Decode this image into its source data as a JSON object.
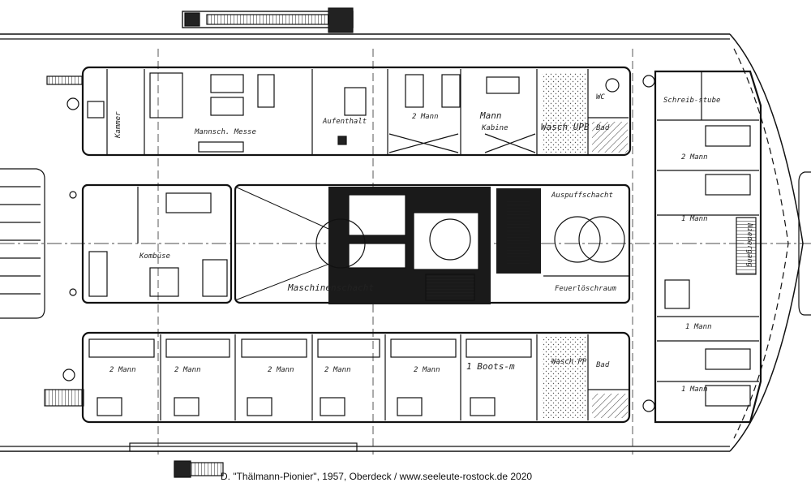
{
  "caption": "D. \"Thälmann-Pionier\", 1957, Oberdeck / www.seeleute-rostock.de 2020",
  "rooms": {
    "top_left_vertical": "Kammer",
    "mannschaft_messe": "Mannsch. Messe",
    "room_small_top": "Aufenthalt",
    "two_man_top": "2 Mann",
    "mann_top": "Mann",
    "kabine_top": "Kabine",
    "wash_upb": "Wasch UPB",
    "wc_top": "WC",
    "bad_top": "Bad",
    "kombuese": "Kombüse",
    "maschinenschacht": "Maschinenschacht",
    "auspuff": "Auspuffschacht",
    "feuerloesch": "Feuerlöschraum",
    "schreibstube": "Schreib-stube",
    "aft_two_man_1": "2 Mann",
    "aft_one_man_1": "1 Mann",
    "aft_one_man_2": "1 Mann",
    "aft_one_man_3": "1 Mann",
    "stair_label": "Niedergang",
    "bottom_two_man_1": "2 Mann",
    "bottom_two_man_2": "2 Mann",
    "bottom_two_man_3": "2 Mann",
    "bottom_two_man_4": "2 Mann",
    "bottom_two_man_5": "2 Mann",
    "bootsmann": "1 Boots-m",
    "wash_pp": "Wasch PP",
    "bad_bottom": "Bad"
  }
}
